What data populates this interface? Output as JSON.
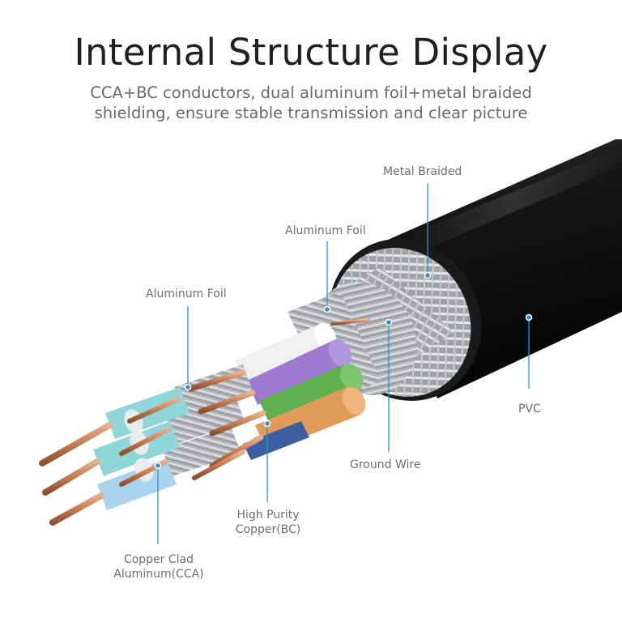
{
  "header": {
    "title": "Internal Structure Display",
    "subtitle_line1": "CCA+BC conductors, dual aluminum foil+metal braided",
    "subtitle_line2": "shielding, ensure stable transmission and clear picture"
  },
  "labels": {
    "metal_braided": "Metal Braided",
    "aluminum_foil_outer": "Aluminum Foil",
    "aluminum_foil_inner": "Aluminum Foil",
    "pvc": "PVC",
    "ground_wire": "Ground Wire",
    "high_purity_line1": "High Purity",
    "high_purity_line2": "Copper(BC)",
    "copper_clad_line1": "Copper Clad",
    "copper_clad_line2": "Aluminum(CCA)"
  },
  "colors": {
    "leader_line": "#2e8fd6",
    "jacket": "#111111",
    "copper": "#c98661",
    "foil": "#b9bcc0",
    "wire_purple": "#9b7ad0",
    "wire_green": "#5fb04f",
    "wire_orange": "#e09a5a",
    "wire_cyan": "#8fd6d8",
    "wire_lightblue": "#a8d4ee"
  }
}
